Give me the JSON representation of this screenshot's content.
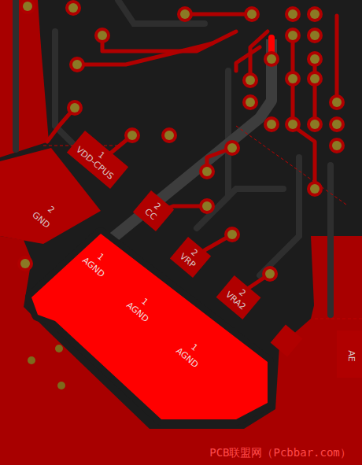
{
  "diagram": {
    "nodes": [
      {
        "text": [
          "1",
          "VDD-CPUS"
        ]
      },
      {
        "text": [
          "2",
          "GND"
        ]
      },
      {
        "text": [
          "2",
          "CC"
        ]
      },
      {
        "text": [
          "2",
          "VRP"
        ]
      },
      {
        "text": [
          "1",
          "AGND",
          "1",
          "AGND",
          "1",
          "AGND"
        ]
      },
      {
        "text": [
          "2",
          "VRA2"
        ]
      }
    ],
    "labels": [
      "AE",
      "PCB联盟网（Pcbbar.com）"
    ]
  }
}
